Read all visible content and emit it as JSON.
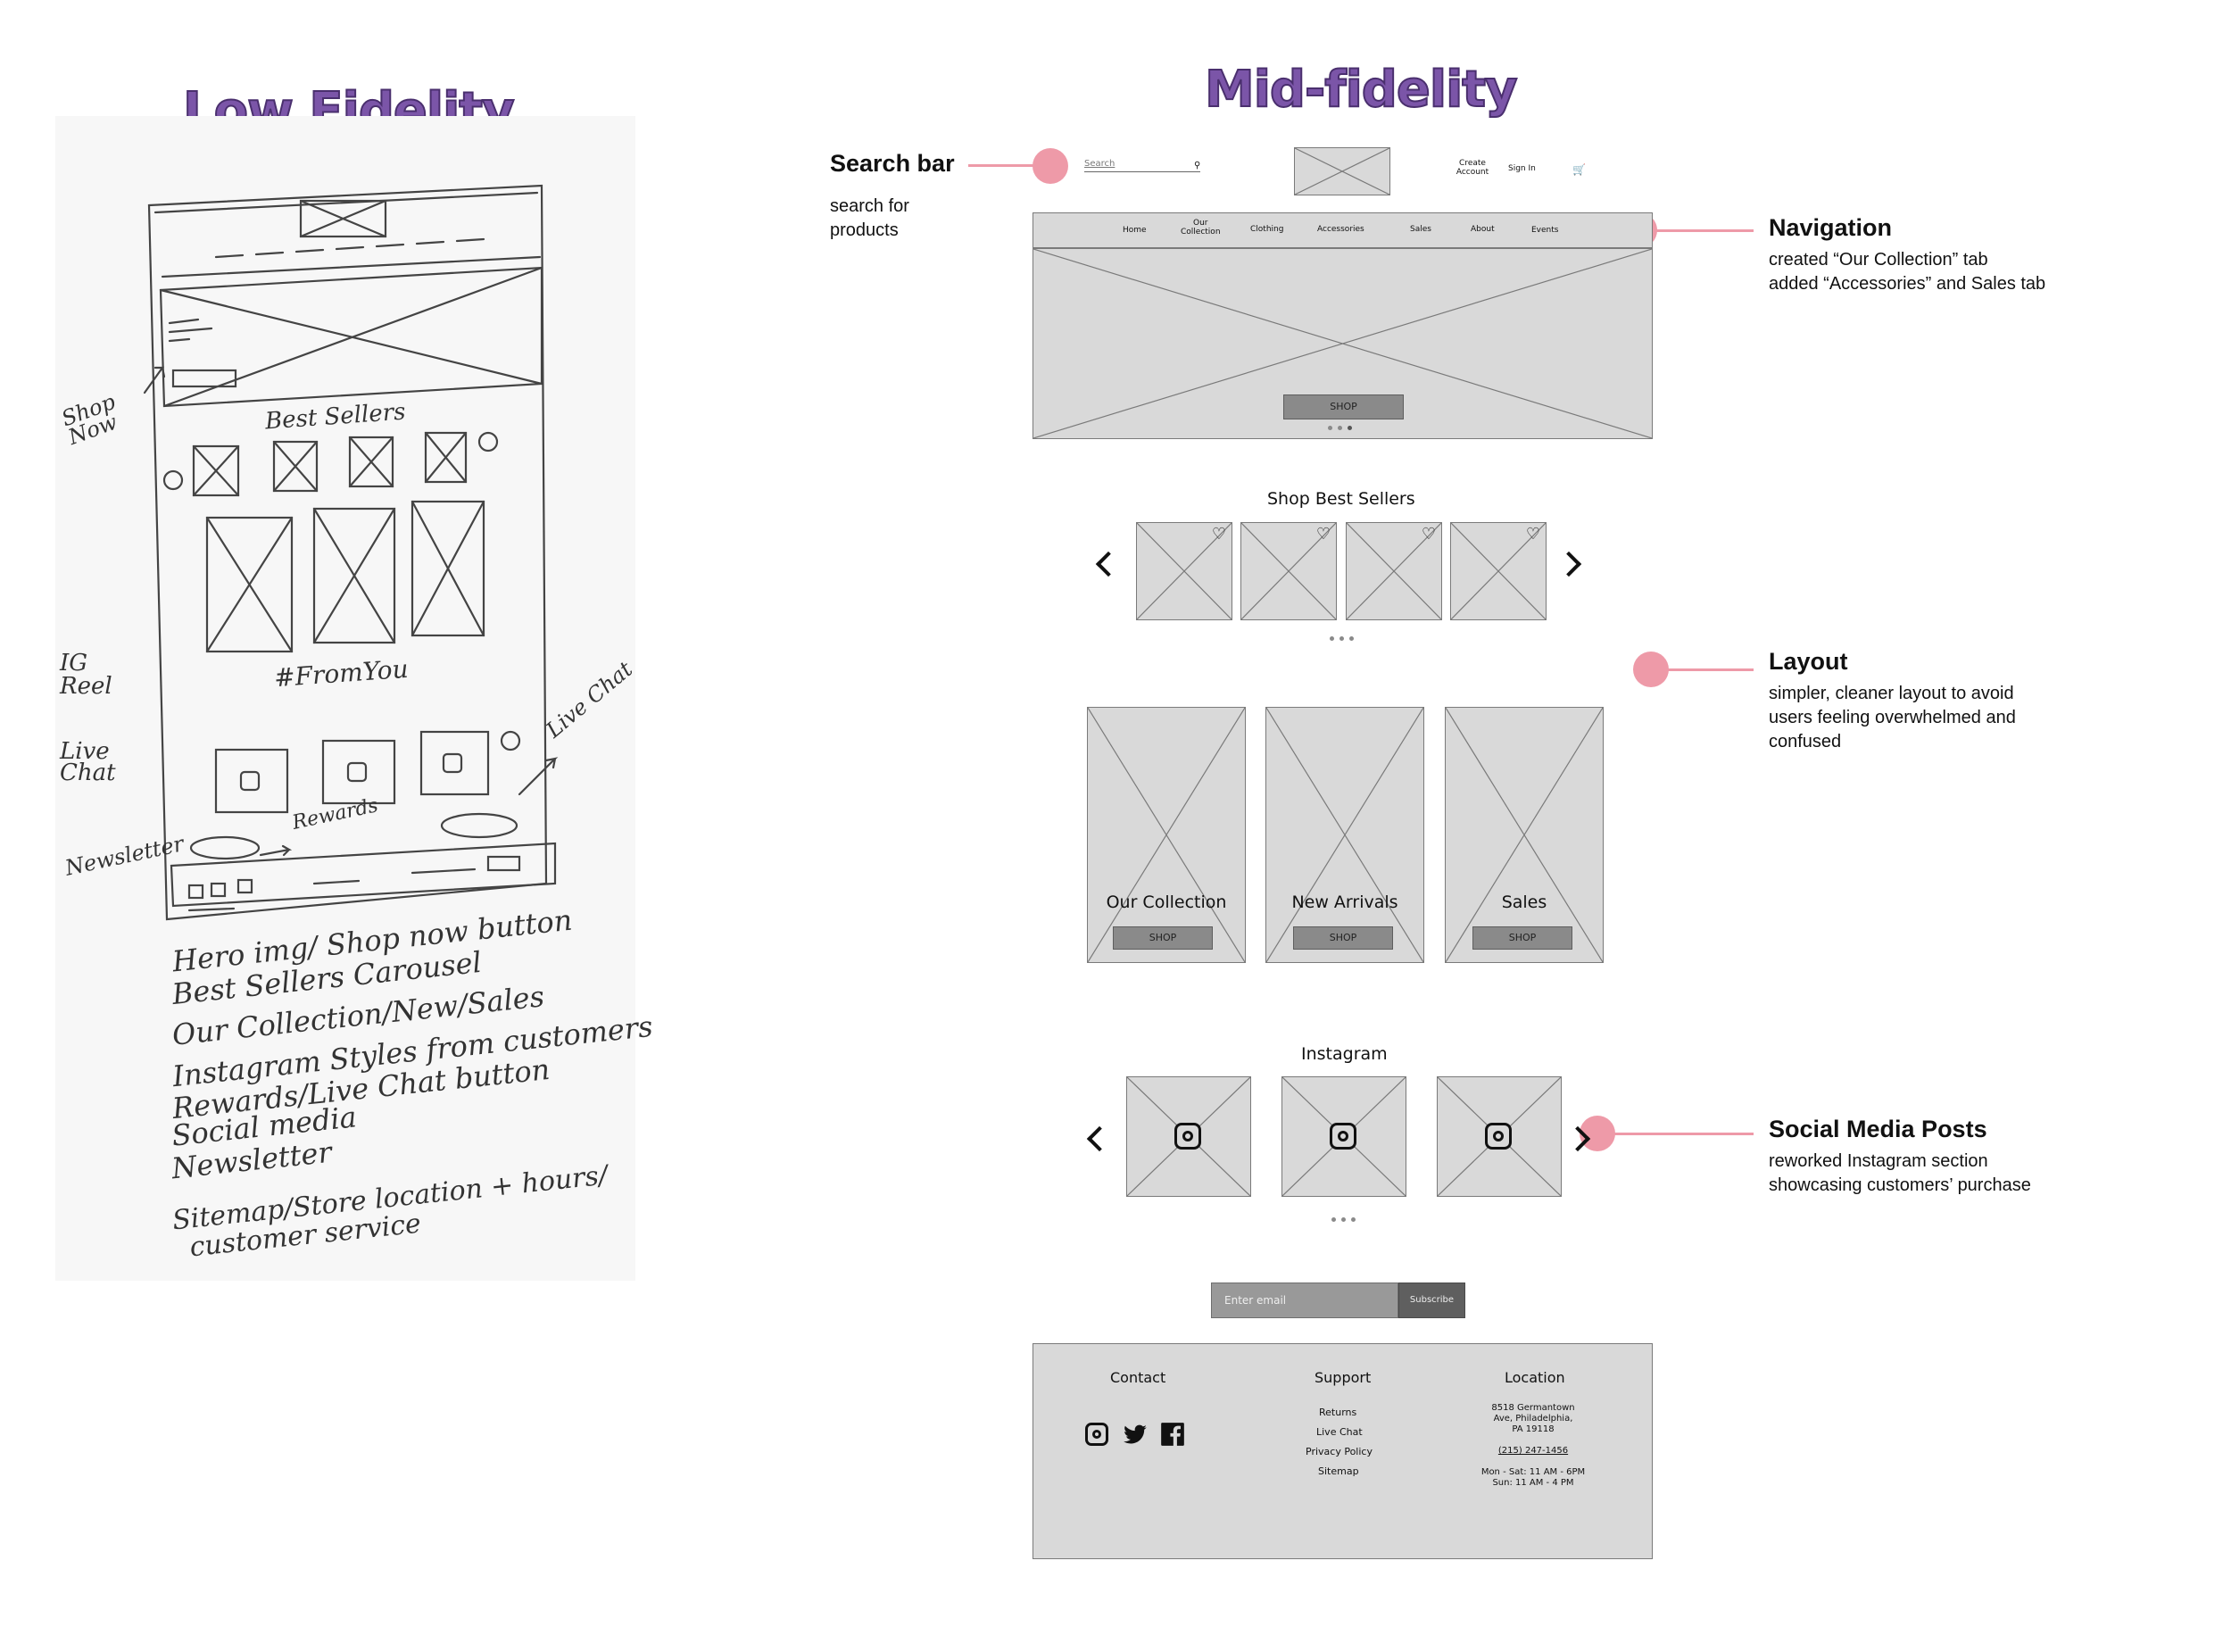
{
  "titles": {
    "low": "Low Fidelity",
    "mid": "Mid-fidelity"
  },
  "sketch": {
    "labels": {
      "best_sellers": "Best Sellers",
      "from_you": "#FromYou",
      "shop_now": "Shop\nNow",
      "ig_reel": "IG\nReel",
      "live_chat_left": "Live\nChat",
      "newsletter": "Newsletter",
      "live_chat_right": "Live Chat",
      "rewards": "Rewards"
    },
    "notes": [
      "Hero img/ Shop now button",
      "Best Sellers Carousel",
      "Our Collection/New/Sales",
      "Instagram Styles from customers",
      "Rewards/Live Chat button",
      "Social media",
      "Newsletter",
      "Sitemap/Store location + hours/",
      "customer service"
    ]
  },
  "annotations": {
    "search": {
      "title": "Search bar",
      "desc": "search for\nproducts"
    },
    "navigation": {
      "title": "Navigation",
      "desc": "created “Our Collection” tab\nadded “Accessories” and Sales tab"
    },
    "layout": {
      "title": "Layout",
      "desc": "simpler, cleaner layout to avoid\nusers feeling overwhelmed and\nconfused"
    },
    "social": {
      "title": "Social Media Posts",
      "desc": "reworked Instagram section\nshowcasing customers’ purchase"
    }
  },
  "header": {
    "search_placeholder": "Search",
    "create_account": "Create\nAccount",
    "sign_in": "Sign In"
  },
  "nav": [
    "Home",
    "Our\nCollection",
    "Clothing",
    "Accessories",
    "Sales",
    "About",
    "Events"
  ],
  "hero": {
    "button": "SHOP"
  },
  "best_sellers": {
    "title": "Shop Best Sellers"
  },
  "categories": [
    {
      "label": "Our Collection",
      "button": "SHOP"
    },
    {
      "label": "New Arrivals",
      "button": "SHOP"
    },
    {
      "label": "Sales",
      "button": "SHOP"
    }
  ],
  "instagram": {
    "title": "Instagram"
  },
  "newsletter": {
    "placeholder": "Enter email",
    "button": "Subscribe"
  },
  "footer": {
    "contact": {
      "title": "Contact"
    },
    "support": {
      "title": "Support",
      "links": [
        "Returns",
        "Live Chat",
        "Privacy Policy",
        "Sitemap"
      ]
    },
    "location": {
      "title": "Location",
      "address": "8518 Germantown\nAve, Philadelphia,\nPA 19118",
      "phone": "(215) 247-1456",
      "hours": "Mon - Sat: 11 AM - 6PM\nSun: 11 AM - 4 PM"
    }
  },
  "colors": {
    "accent_pink": "#ee9aa8",
    "title_purple": "#7b55a8",
    "wire_gray": "#d9d9d9"
  }
}
